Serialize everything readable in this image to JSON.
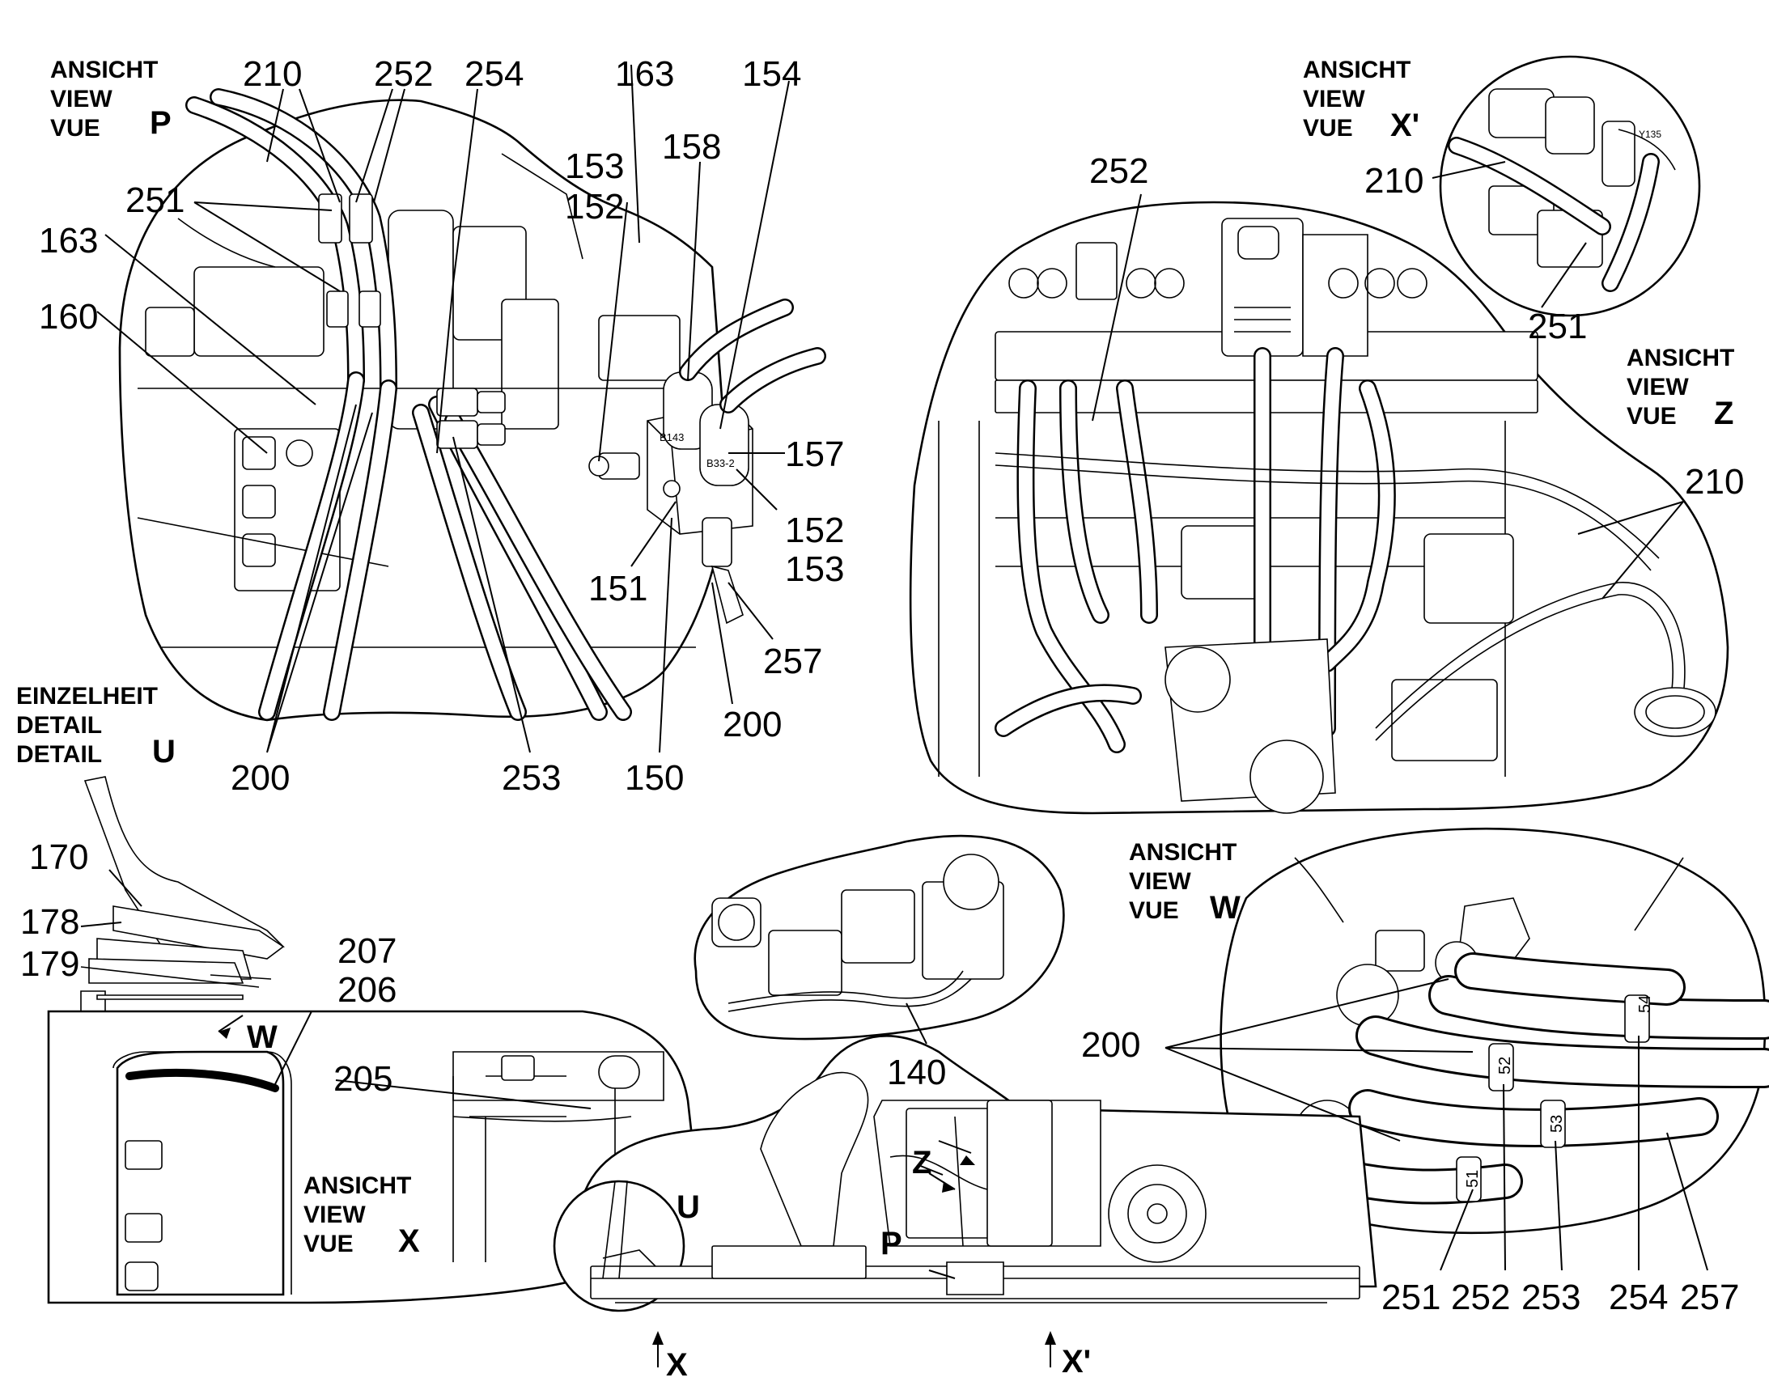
{
  "views": {
    "P": {
      "lines": [
        "ANSICHT",
        "VIEW",
        "VUE"
      ],
      "letter": "P"
    },
    "X_prime": {
      "lines": [
        "ANSICHT",
        "VIEW",
        "VUE"
      ],
      "letter": "X'"
    },
    "Z": {
      "lines": [
        "ANSICHT",
        "VIEW",
        "VUE"
      ],
      "letter": "Z"
    },
    "U": {
      "lines": [
        "EINZELHEIT",
        "DETAIL",
        "DETAIL"
      ],
      "letter": "U"
    },
    "W": {
      "lines": [
        "ANSICHT",
        "VIEW",
        "VUE"
      ],
      "letter": "W"
    },
    "X": {
      "lines": [
        "ANSICHT",
        "VIEW",
        "VUE"
      ],
      "letter": "X"
    }
  },
  "callouts": {
    "c210a": "210",
    "c252a": "252",
    "c254a": "254",
    "c163a": "163",
    "c154": "154",
    "c153a": "153",
    "c152a": "152",
    "c158": "158",
    "c251a": "251",
    "c163b": "163",
    "c160": "160",
    "c157": "157",
    "c152b": "152",
    "c153b": "153",
    "c151": "151",
    "c257a": "257",
    "c200a": "200",
    "c200b": "200",
    "c253a": "253",
    "c150": "150",
    "c252z": "252",
    "c210x": "210",
    "c251x": "251",
    "c210z": "210",
    "c170": "170",
    "c178": "178",
    "c179": "179",
    "c207": "207",
    "c206": "206",
    "c205": "205",
    "c140": "140",
    "c200w": "200",
    "c251w": "251",
    "c252w": "252",
    "c253w": "253",
    "c254w": "254",
    "c257w": "257"
  },
  "part_tags": {
    "b143": "B143",
    "b33": "B33-2",
    "y135": "Y135",
    "hose_54": "54",
    "hose_52": "52",
    "hose_53": "53",
    "hose_51": "51"
  },
  "overview_markers": {
    "u": "U",
    "z": "Z",
    "p": "P",
    "w": "W",
    "x": "X",
    "x_prime": "X'"
  }
}
